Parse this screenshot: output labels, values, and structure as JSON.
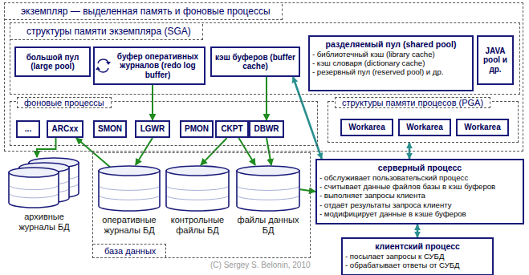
{
  "diagram": {
    "nodes": [
      {
        "text": [
          "экземпляр — выделенная память и фоновые процессы"
        ]
      },
      {
        "text": [
          "структуры памяти экземпляра (SGA)"
        ],
        "in": 0
      },
      {
        "text": [
          "большой пул (large pool)"
        ],
        "in": 1
      },
      {
        "text": [
          "буфер оперативных журналов (redo log buffer)"
        ],
        "in": 1
      },
      {
        "text": [
          "кэш буферов (buffer cache)"
        ],
        "in": 1
      },
      {
        "text": [
          "разделяемый пул (shared pool)",
          "- библиотечный кэш (library cache)",
          "- кэш словаря (dictionary cache)",
          "- резервный пул (reserved pool) и др."
        ],
        "in": 1
      },
      {
        "text": [
          "JAVA pool и др."
        ],
        "in": 1
      },
      {
        "text": [
          "фоновые процессы"
        ],
        "in": 0
      },
      {
        "text": [
          "..."
        ],
        "in": 7
      },
      {
        "text": [
          "ARCxx"
        ],
        "in": 7
      },
      {
        "text": [
          "SMON"
        ],
        "in": 7
      },
      {
        "text": [
          "LGWR"
        ],
        "in": 7
      },
      {
        "text": [
          "PMON"
        ],
        "in": 7
      },
      {
        "text": [
          "CKPT"
        ],
        "in": 7
      },
      {
        "text": [
          "DBWR"
        ],
        "in": 7
      },
      {
        "text": [
          "структуры памяти процесов (PGA)"
        ],
        "in": 0
      },
      {
        "text": [
          "Workarea"
        ],
        "in": 15
      },
      {
        "text": [
          "Workarea"
        ],
        "in": 15
      },
      {
        "text": [
          "Workarea"
        ],
        "in": 15
      },
      {
        "text": [
          "архивные журналы БД"
        ]
      },
      {
        "text": [
          "база данных"
        ]
      },
      {
        "text": [
          "оперативные журналы БД"
        ],
        "in": 20
      },
      {
        "text": [
          "контрольные файлы БД"
        ],
        "in": 20
      },
      {
        "text": [
          "файлы данных БД"
        ],
        "in": 20
      },
      {
        "text": [
          "серверный процесс",
          "- обслуживает пользовательский процесс",
          "- считывает данные файлов базы в кэш буферов",
          "- выполняет запросы клиента",
          "- отдаёт результаты запроса клиенту",
          "- модифицирует данные в кэше буферов"
        ]
      },
      {
        "text": [
          "клиентский процесс",
          "- посылает запросы к СУБД",
          "- обрабатывает ответы от СУБД"
        ]
      }
    ],
    "edges": [
      {
        "from": 3,
        "to": 11,
        "arrow": "to"
      },
      {
        "from": 4,
        "to": 14,
        "arrow": "to"
      },
      {
        "from": 11,
        "to": 21,
        "arrow": "to"
      },
      {
        "from": 13,
        "to": 22,
        "arrow": "to"
      },
      {
        "from": 13,
        "to": 23,
        "arrow": "to"
      },
      {
        "from": 14,
        "to": 23,
        "arrow": "to"
      },
      {
        "from": 21,
        "to": 9,
        "arrow": "to"
      },
      {
        "from": 9,
        "to": 19,
        "arrow": "to"
      },
      {
        "from": 24,
        "to": 4,
        "arrow": "both"
      },
      {
        "from": 24,
        "to": 15,
        "arrow": "both"
      },
      {
        "from": 24,
        "to": 25,
        "arrow": "both"
      },
      {
        "from": 23,
        "to": 24,
        "arrow": "to"
      }
    ],
    "labels": [
      "(C) Sergey S. Belonin, 2010"
    ]
  }
}
